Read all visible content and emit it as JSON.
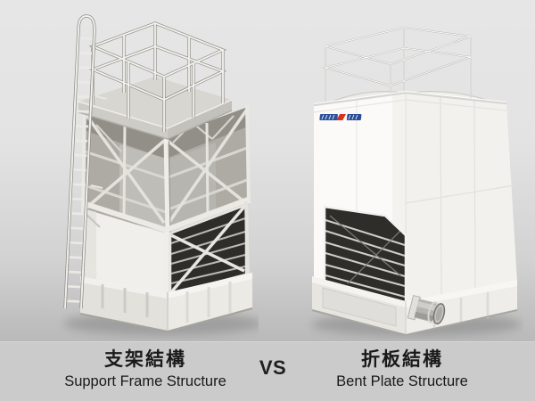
{
  "captions": {
    "left": {
      "zh": "支架結構",
      "en": "Support Frame Structure"
    },
    "vs": "VS",
    "right": {
      "zh": "折板結構",
      "en": "Bent Plate Structure"
    }
  },
  "colors": {
    "background_top": "#e6e6e6",
    "background_bottom": "#b9b9b9",
    "caption_strip": "#cbcbcb",
    "caption_text": "#1a1a1a",
    "tower_panel_white": "#f5f4f1",
    "frame_metal_light": "#eceae5",
    "louver_dark": "#2e2d2a"
  },
  "towers": {
    "left": {
      "label": "support-frame-cooling-tower"
    },
    "right": {
      "label": "bent-plate-cooling-tower",
      "logo": {
        "name": "brand-logo",
        "blue": "#2b4e9b",
        "red": "#d63327"
      }
    }
  }
}
